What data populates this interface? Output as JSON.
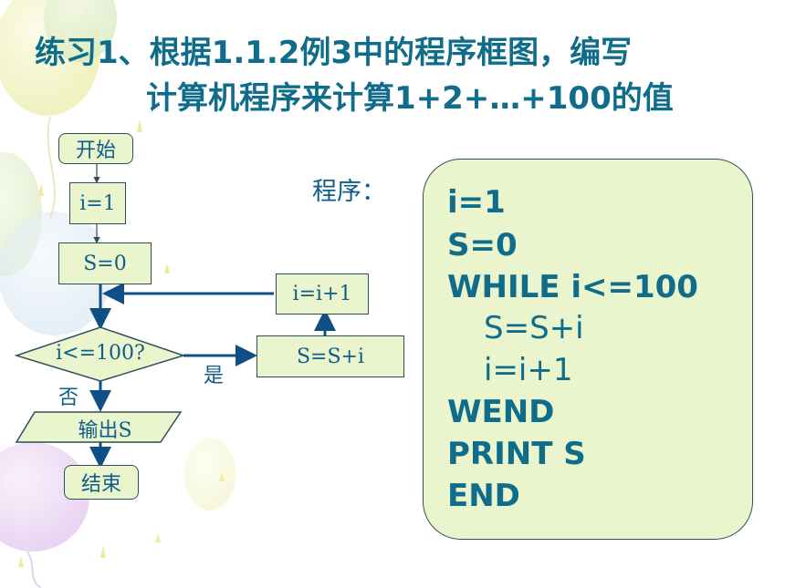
{
  "title": {
    "line1": "练习1、根据1.1.2例3中的程序框图，编写",
    "line2": "计算机程序来计算1+2+…+100的值"
  },
  "flowchart": {
    "start": "开始",
    "init_i": "i=1",
    "init_s": "S=0",
    "condition": "i<=100?",
    "yes_label": "是",
    "no_label": "否",
    "accumulate": "S=S+i",
    "increment": "i=i+1",
    "output": "输出S",
    "end": "结束"
  },
  "program": {
    "label": "程序：",
    "lines": [
      "i=1",
      "S=0",
      "WHILE i<=100",
      "S=S+i",
      "i=i+1",
      "WEND",
      "PRINT S",
      "END"
    ]
  }
}
